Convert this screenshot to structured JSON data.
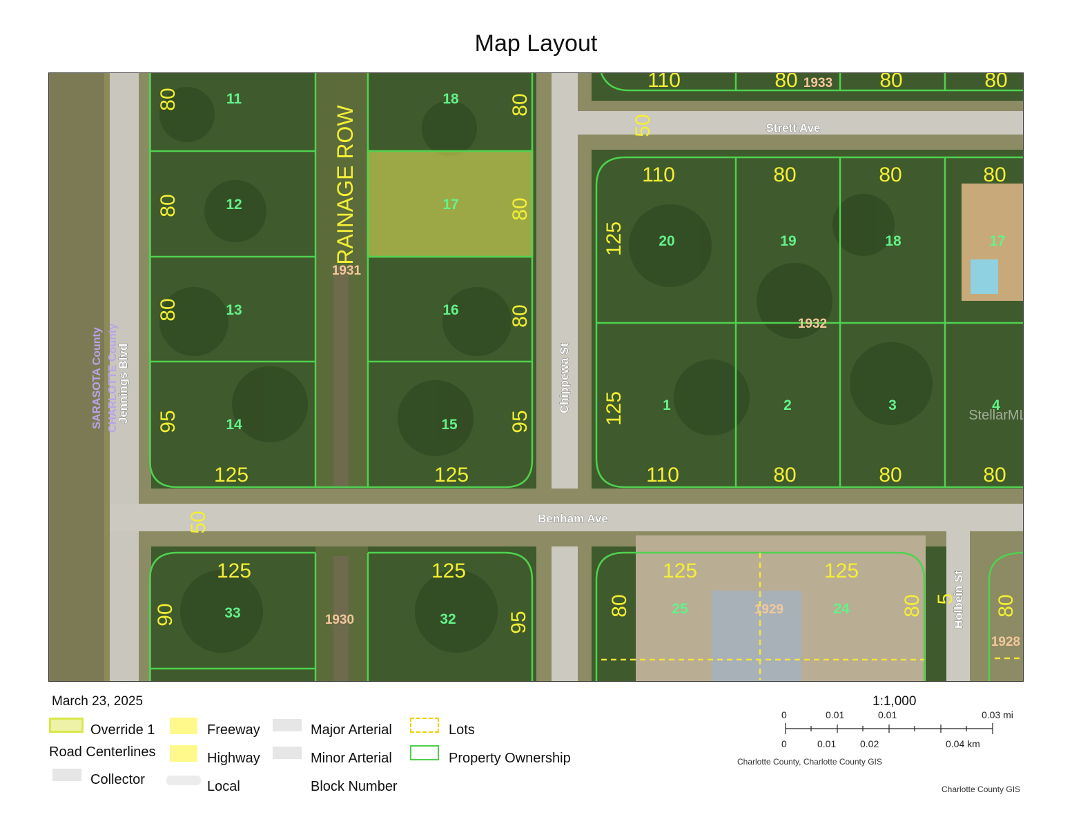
{
  "title": "Map Layout",
  "date": "March 23, 2025",
  "map": {
    "roads": {
      "jennings": "Jennings Blvd",
      "chippewa": "Chippewa St",
      "benham": "Benham Ave",
      "strett": "Strett Ave",
      "holbein": "Holbein St"
    },
    "county": {
      "sarasota": "SARASOTA County",
      "charlotte": "CHARLOTTE County"
    },
    "drainage": "RAINAGE ROW",
    "watermark": "StellarMLS",
    "lots": {
      "l11": "11",
      "l12": "12",
      "l13": "13",
      "l14": "14",
      "l18": "18",
      "l17": "17",
      "l16": "16",
      "l15": "15",
      "l20": "20",
      "l19": "19",
      "l18b": "18",
      "l17b": "17",
      "l1": "1",
      "l2": "2",
      "l3": "3",
      "l4": "4",
      "l33": "33",
      "l32": "32",
      "l25": "25",
      "l24": "24"
    },
    "blocks": {
      "b1931": "1931",
      "b1932": "1932",
      "b1933": "1933",
      "b1930": "1930",
      "b1929": "1929",
      "b1928": "1928"
    },
    "dims": {
      "d80": "80",
      "d95": "95",
      "d90": "90",
      "d125": "125",
      "d110": "110",
      "d50": "50",
      "d5": "5"
    }
  },
  "legend": {
    "override": "Override 1",
    "road_centerlines": "Road Centerlines",
    "collector": "Collector",
    "freeway": "Freeway",
    "highway": "Highway",
    "local": "Local",
    "major_arterial": "Major Arterial",
    "minor_arterial": "Minor Arterial",
    "block_number": "Block Number",
    "lots": "Lots",
    "property_ownership": "Property Ownership"
  },
  "scale": {
    "ratio": "1:1,000",
    "mi_labels": [
      "0",
      "0.01",
      "0.01",
      "0.03 mi"
    ],
    "km_labels": [
      "0",
      "0.01",
      "0.02",
      "0.04 km"
    ]
  },
  "credits": {
    "gis1": "Charlotte County, Charlotte County GIS",
    "gis2": "Charlotte County GIS"
  },
  "colors": {
    "parcel_line": "#4fd24f",
    "dim_label": "#f4ef35",
    "lot_label": "#63f28b",
    "block_label": "#f3c79a",
    "highlight": "#f5f25a"
  }
}
